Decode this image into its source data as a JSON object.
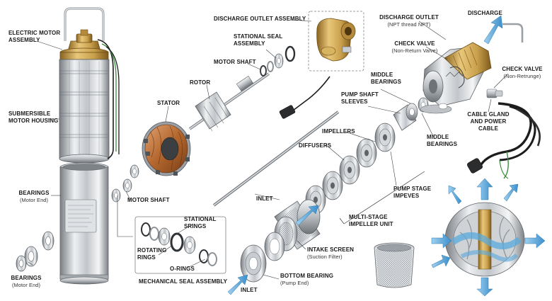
{
  "labels": {
    "electric_motor_assembly": "ELECTRIC MOTOR ASSEMBLY",
    "submersible_motor_housing": "SUBMERSIBLE MOTOR HOUSING",
    "bearings_motor_end_top": "BEARINGS",
    "bearings_motor_end_top_sub": "(Motor End)",
    "bearings_motor_end_bottom": "BEARINGS",
    "bearings_motor_end_bottom_sub": "(Motor End)",
    "stator": "STATOR",
    "rotor": "ROTOR",
    "motor_shaft_top": "MOTOR SHAFT",
    "motor_shaft_bottom": "MOTOR SHAFT",
    "stational_seal_assembly": "STATIONAL SEAL ASSEMBLY",
    "discharge_outlet_assembly": "DISCHARGE OUTLET ASSEMBLY",
    "stational_srings": "STATIONAL SRINGS",
    "rotating_rings": "ROTATING RINGS",
    "o_rings": "O-RINGS",
    "mechanical_seal_assembly": "MECHANICAL SEAL ASSEMBLY",
    "inlet_shaft": "INLET",
    "diffusers": "DIFFUSERS",
    "impellers": "IMPELLERS",
    "pump_shaft_sleeves": "PUMP SHAFT SLEEVES",
    "middle_bearings_top": "MIDDLE BEARINGS",
    "middle_bearings_right": "MIDDLE BEARINGS",
    "pump_stage_impeves": "PUMP STAGE IMPEVES",
    "multi_stage_impeller_unit": "MULTI-STAGE IMPELLER UNIT",
    "intake_screen": "INTAKE SCREEN",
    "intake_screen_sub": "(Suction Filter)",
    "bottom_bearing": "BOTTOM BEARING",
    "bottom_bearing_sub": "(Pump End)",
    "inlet_bottom": "INLET",
    "discharge_outlet": "DISCHARGE OUTLET",
    "discharge_outlet_sub": "(NPT thread NPT)",
    "discharge": "DISCHARGE",
    "check_valve_left": "CHECK VALVE",
    "check_valve_left_sub": "(Non-Return Valve)",
    "check_valve_right": "CHECK VALVE",
    "check_valve_right_sub": "(Non-Retrunge)",
    "cable_gland_power_cable": "CABLE GLAND AND POWER CABLE"
  },
  "colors": {
    "brass": "#c9a04c",
    "brass_dark": "#8a6420",
    "steel_light": "#e6e8ea",
    "steel_mid": "#b4b9bd",
    "steel_dark": "#6e7378",
    "copper": "#b3672e",
    "flow_blue": "#5aa9dc",
    "wire_green": "#3c8c3c",
    "cable_black": "#1c1c1c"
  }
}
